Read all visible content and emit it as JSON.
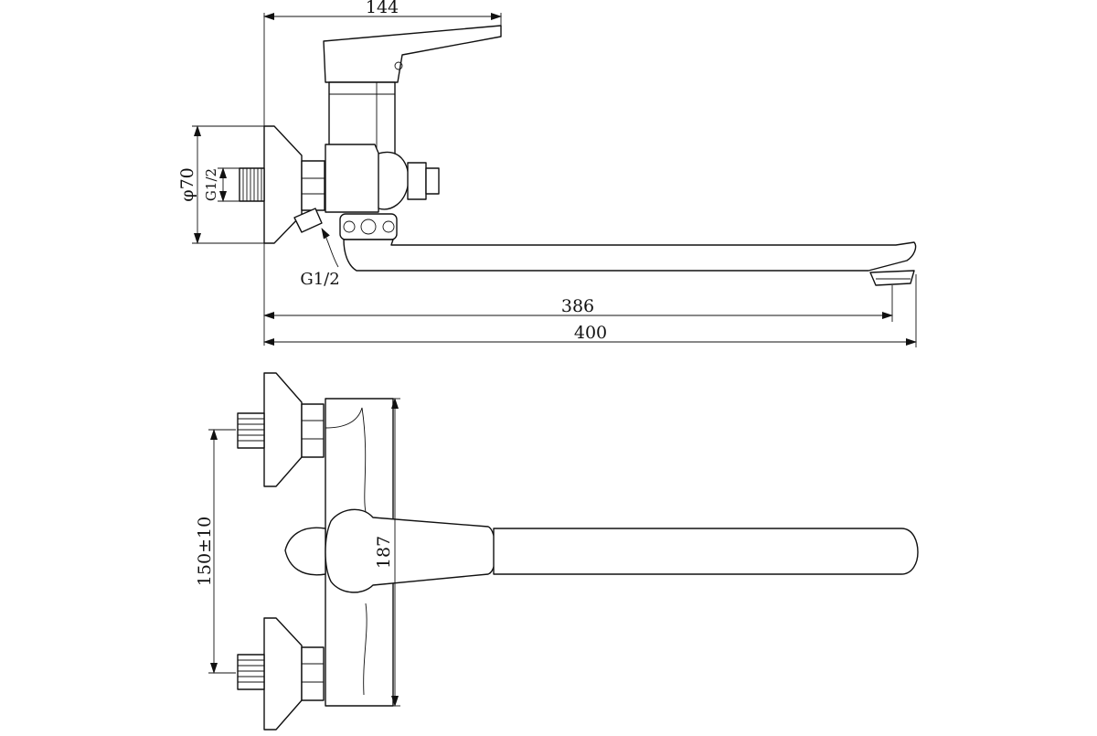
{
  "dimensions": {
    "top_width": "144",
    "spout_reach": "386",
    "overall_length": "400",
    "flange_diameter": "φ70",
    "inlet_thread": "G1/2",
    "outlet_thread": "G1/2",
    "center_distance": "150±10",
    "body_height": "187"
  }
}
